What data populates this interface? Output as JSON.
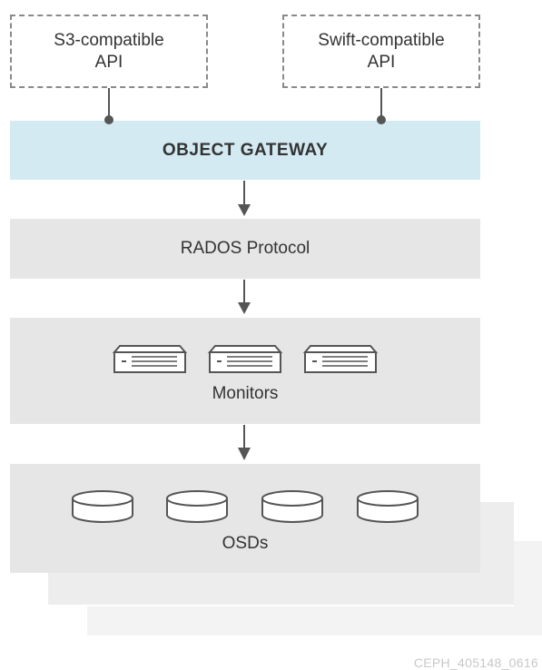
{
  "apis": [
    {
      "label": "S3-compatible\nAPI"
    },
    {
      "label": "Swift-compatible\nAPI"
    }
  ],
  "gateway": {
    "label": "OBJECT GATEWAY"
  },
  "rados": {
    "label": "RADOS Protocol"
  },
  "monitors": {
    "label": "Monitors",
    "count": 3
  },
  "osds": {
    "label": "OSDs",
    "count": 4
  },
  "footer": {
    "code": "CEPH_405148_0616"
  },
  "colors": {
    "gateway": "#d3eaf2",
    "layer": "#e6e6e6",
    "line": "#555555"
  }
}
